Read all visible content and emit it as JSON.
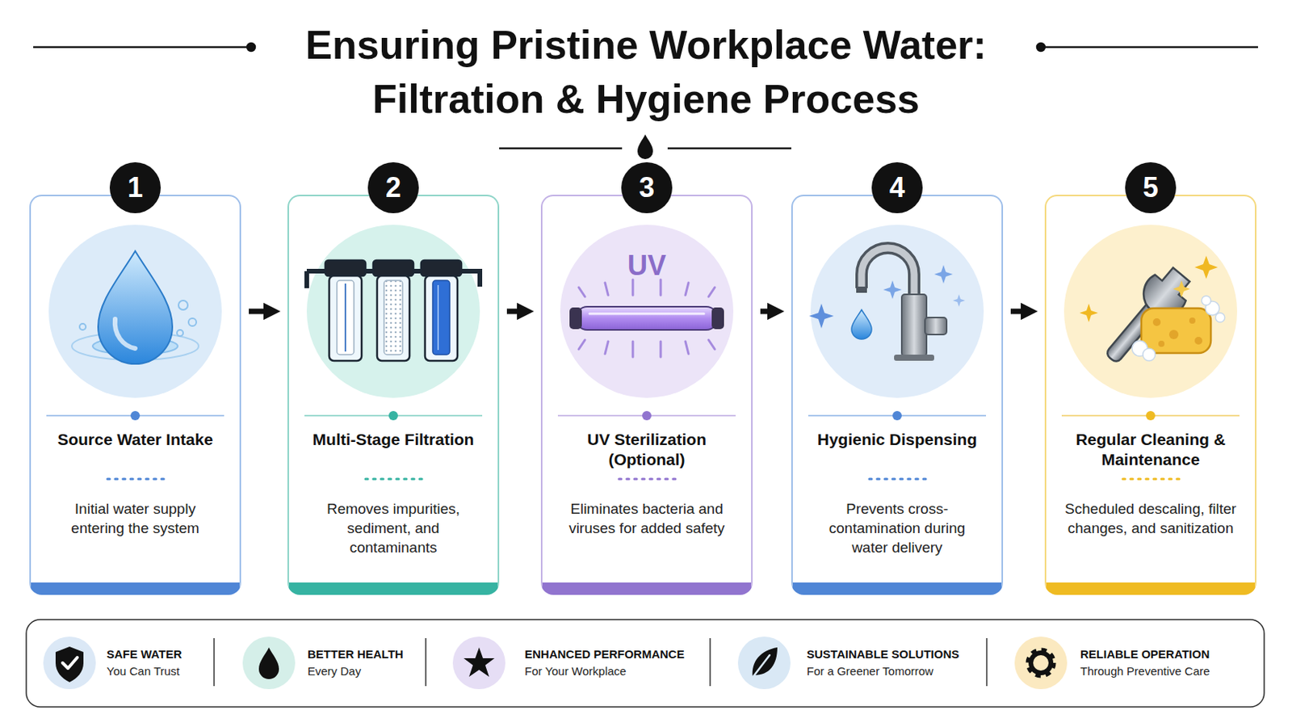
{
  "diagram": {
    "title": "Ensuring Pristine Workplace Water: Filtration & Hygiene Process",
    "nodes": [
      {
        "text": [
          "1",
          "Source Water Intake",
          "Initial water supply entering the system"
        ]
      },
      {
        "text": [
          "2",
          "Multi-Stage Filtration",
          "Removes impurities, sediment, and contaminants"
        ]
      },
      {
        "text": [
          "3",
          "UV Sterilization (Optional)",
          "Eliminates bacteria and viruses for added safety"
        ]
      },
      {
        "text": [
          "4",
          "Hygienic Dispensing",
          "Prevents cross-contamination during water delivery"
        ]
      },
      {
        "text": [
          "5",
          "Regular Cleaning & Maintenance",
          "Scheduled descaling, filter changes, and sanitization"
        ]
      },
      {
        "text": [
          "SAFE WATER",
          "You Can Trust"
        ]
      },
      {
        "text": [
          "BETTER HEALTH",
          "Every Day"
        ]
      },
      {
        "text": [
          "ENHANCED PERFORMANCE",
          "For Your Workplace"
        ]
      },
      {
        "text": [
          "SUSTAINABLE SOLUTIONS",
          "For a Greener Tomorrow"
        ]
      },
      {
        "text": [
          "RELIABLE OPERATION",
          "Through Preventive Care"
        ]
      }
    ],
    "edges": [
      {
        "from": 0,
        "to": 1,
        "arrow": "to"
      },
      {
        "from": 1,
        "to": 2,
        "arrow": "to"
      },
      {
        "from": 2,
        "to": 3,
        "arrow": "to"
      },
      {
        "from": 3,
        "to": 4,
        "arrow": "to"
      }
    ],
    "labels": [
      "UV"
    ]
  }
}
